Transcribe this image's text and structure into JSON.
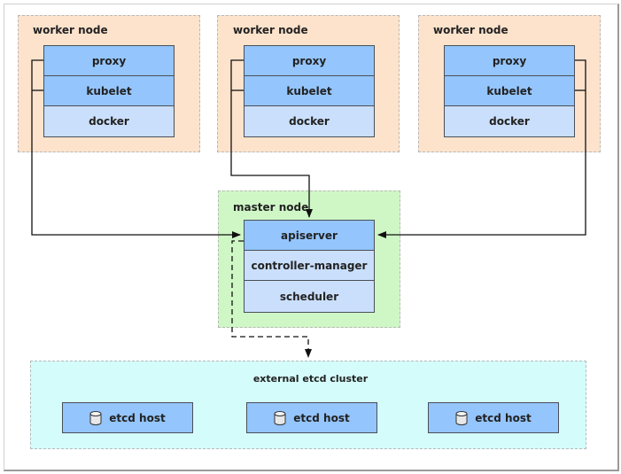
{
  "workers": [
    {
      "label": "worker node",
      "components": [
        "proxy",
        "kubelet",
        "docker"
      ]
    },
    {
      "label": "worker node",
      "components": [
        "proxy",
        "kubelet",
        "docker"
      ]
    },
    {
      "label": "worker node",
      "components": [
        "proxy",
        "kubelet",
        "docker"
      ]
    }
  ],
  "master": {
    "label": "master node",
    "components": [
      "apiserver",
      "controller-manager",
      "scheduler"
    ]
  },
  "etcd": {
    "label": "external etcd cluster",
    "hosts": [
      "etcd host",
      "etcd host",
      "etcd host"
    ],
    "host_icon": "database-icon"
  },
  "colors": {
    "worker_bg": "#fde3cc",
    "master_bg": "#cff7c6",
    "etcd_bg": "#d4fcfb",
    "component_dark": "#94c5fd",
    "component_light": "#cadffb"
  }
}
